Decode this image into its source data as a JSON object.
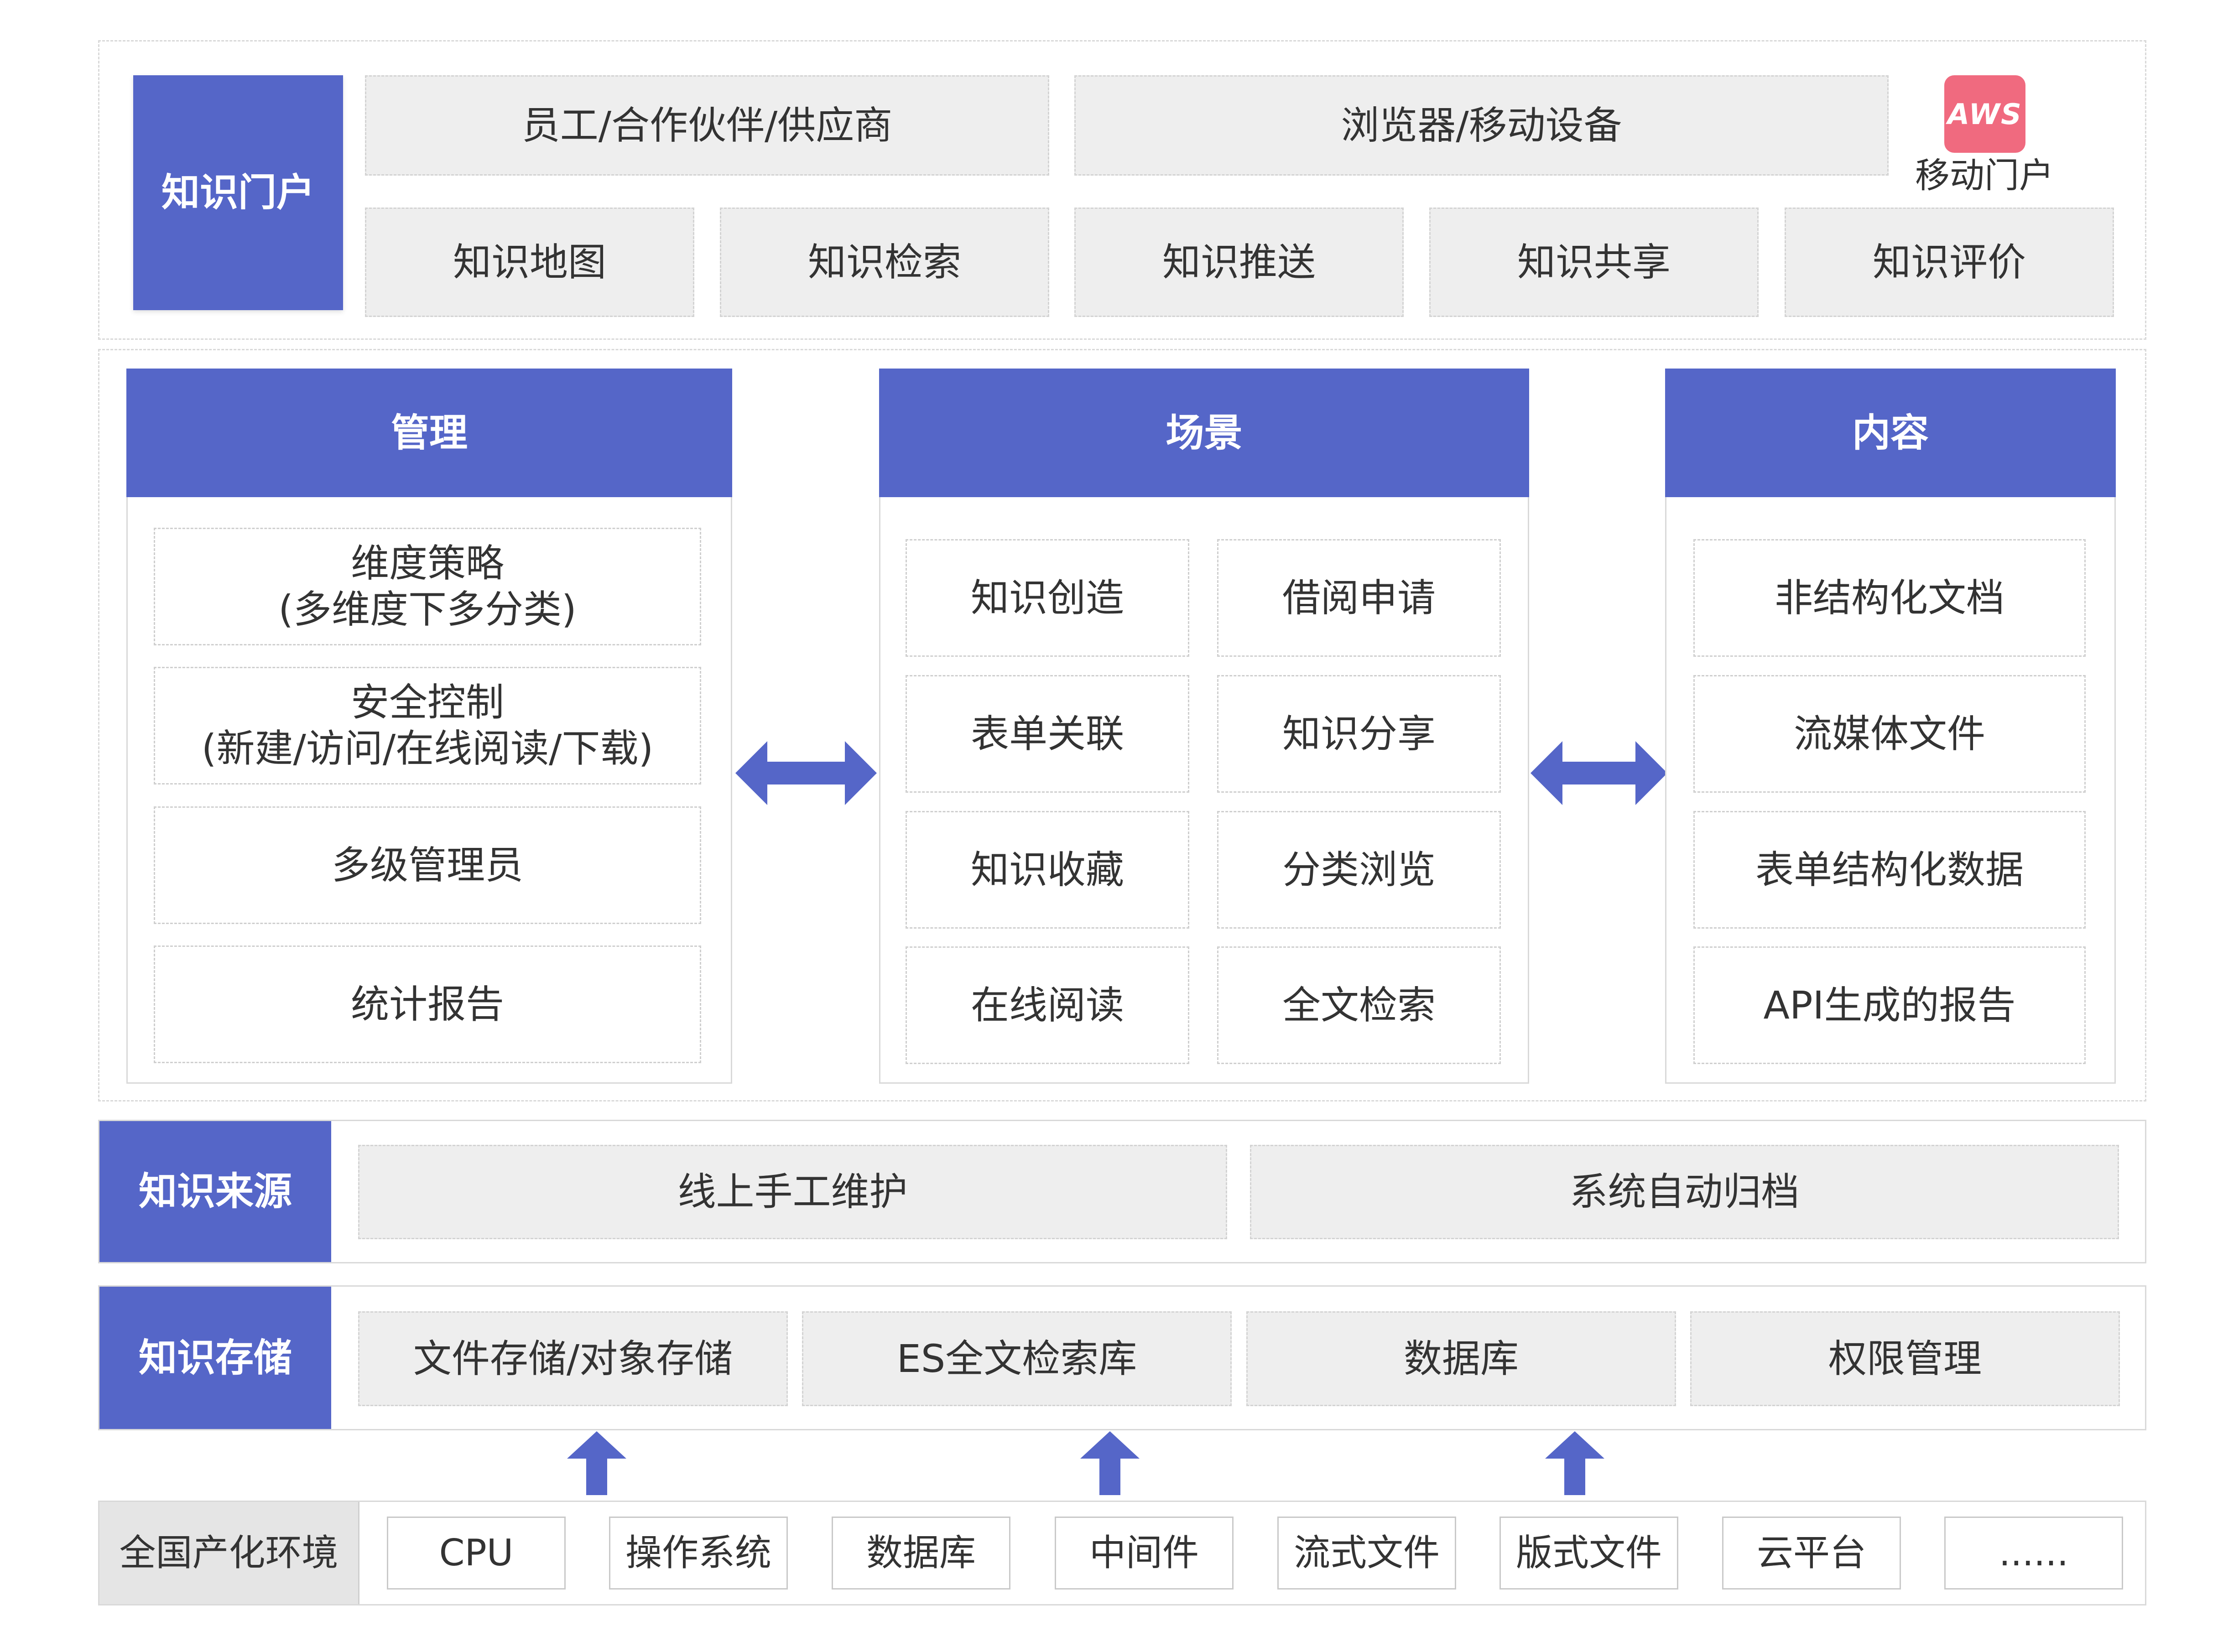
{
  "portal": {
    "label": "知识门户",
    "users": "员工/合作伙伴/供应商",
    "devices": "浏览器/移动设备",
    "mobile_logo": "AWS",
    "mobile_label": "移动门户",
    "functions": [
      "知识地图",
      "知识检索",
      "知识推送",
      "知识共享",
      "知识评价"
    ]
  },
  "management": {
    "header": "管理",
    "items": [
      {
        "line1": "维度策略",
        "line2": "(多维度下多分类)"
      },
      {
        "line1": "安全控制",
        "line2": "(新建/访问/在线阅读/下载)"
      },
      {
        "line1": "多级管理员",
        "line2": ""
      },
      {
        "line1": "统计报告",
        "line2": ""
      }
    ]
  },
  "scenes": {
    "header": "场景",
    "items": [
      "知识创造",
      "借阅申请",
      "表单关联",
      "知识分享",
      "知识收藏",
      "分类浏览",
      "在线阅读",
      "全文检索"
    ]
  },
  "content": {
    "header": "内容",
    "items": [
      "非结构化文档",
      "流媒体文件",
      "表单结构化数据",
      "API生成的报告"
    ]
  },
  "sources": {
    "label": "知识来源",
    "items": [
      "线上手工维护",
      "系统自动归档"
    ]
  },
  "storage": {
    "label": "知识存储",
    "items": [
      "文件存储/对象存储",
      "ES全文检索库",
      "数据库",
      "权限管理"
    ]
  },
  "localization": {
    "label": "全国产化环境",
    "items": [
      "CPU",
      "操作系统",
      "数据库",
      "中间件",
      "流式文件",
      "版式文件",
      "云平台",
      "......"
    ]
  },
  "colors": {
    "accent": "#5566c8",
    "panel_gray": "#eeeeee",
    "logo_pink": "#f06a7f"
  }
}
